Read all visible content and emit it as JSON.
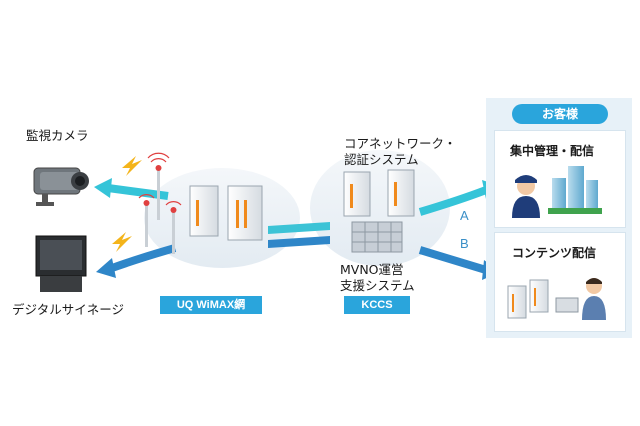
{
  "labels": {
    "camera": "監視カメラ",
    "signage": "デジタルサイネージ",
    "core_line1": "コアネットワーク・",
    "core_line2": "認証システム",
    "mvno_line1": "MVNO運営",
    "mvno_line2": "支援システム",
    "wimax_tag": "UQ WiMAX網",
    "kccs_tag": "KCCS",
    "route_a": "A",
    "route_b": "B"
  },
  "customer_panel": {
    "heading": "お客様",
    "card1_title": "集中管理・配信",
    "card2_title": "コンテンツ配信"
  },
  "colors": {
    "accent_blue": "#2aa5dc",
    "arrow_cyan": "#35c4d8",
    "arrow_blue": "#2f86c8",
    "panel_bg": "#e7f1f8",
    "lightning": "#f4b41a"
  }
}
